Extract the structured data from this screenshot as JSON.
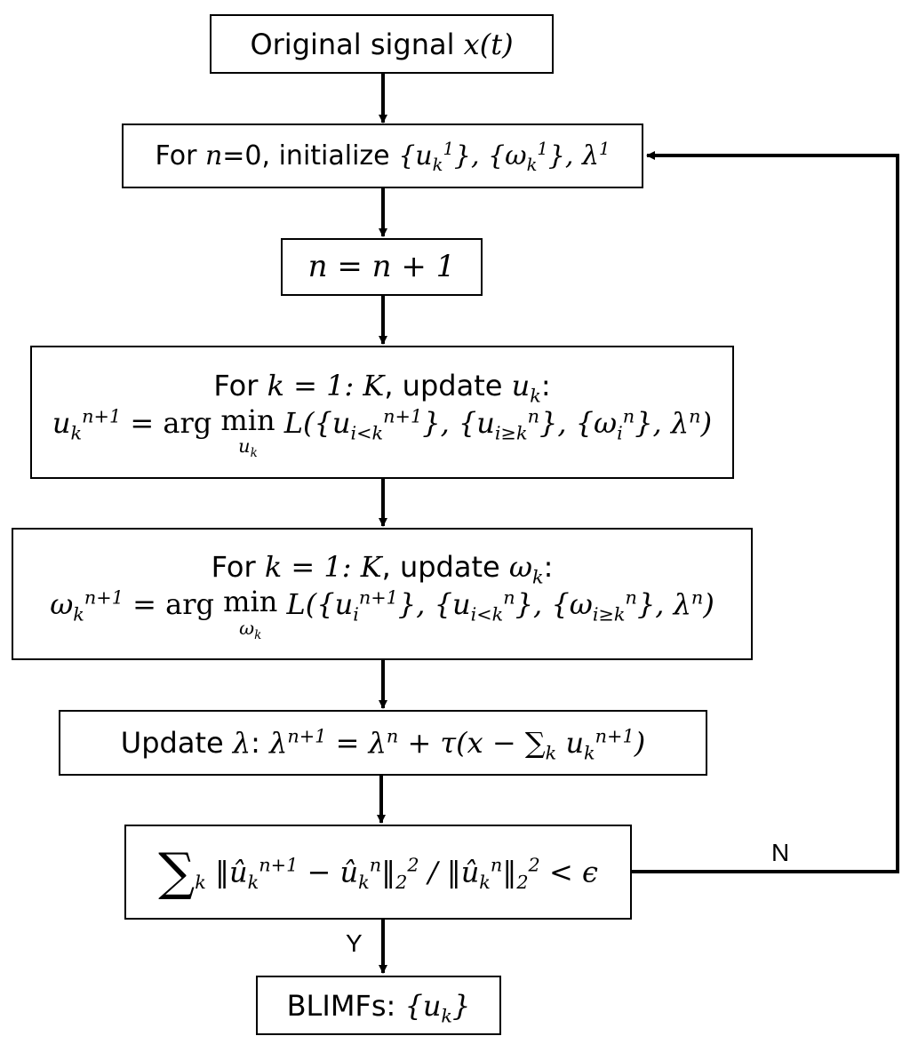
{
  "boxes": {
    "original": {
      "prefix": "Original signal",
      "math": "x(t)"
    },
    "init": {
      "prefix": "For",
      "n": "n",
      "eq0": "=0, initialize",
      "math": "{u",
      "k1sub": "k",
      "k1sup": "1",
      "omega": "}, {ω",
      "wsub": "k",
      "wsup": "1",
      "tail": "}, λ",
      "lsup": "1"
    },
    "increment": {
      "math": "n = n + 1"
    },
    "update_u": {
      "line1_prefix": "For",
      "line1_k": "k = 1: K",
      "line1_mid": ", update",
      "line1_var": "u",
      "line1_sub": "k",
      "line1_colon": ":",
      "line2_lhs": "u",
      "line2_lhs_sub": "k",
      "line2_lhs_sup": "n+1",
      "eq": "= ",
      "arg": "arg",
      "min": "min",
      "min_under": "u",
      "min_under_sub": "k",
      "L": "L",
      "args": "({u",
      "a1sub": "i<k",
      "a1sup": "n+1",
      "a2": "}, {u",
      "a2sub": "i≥k",
      "a2sup": "n",
      "a3": "}, {ω",
      "a3sub": "i",
      "a3sup": "n",
      "a4": "}, λ",
      "a4sup": "n",
      "close": ")"
    },
    "update_omega": {
      "line1_prefix": "For",
      "line1_k": "k = 1: K",
      "line1_mid": ", update",
      "line1_var": "ω",
      "line1_sub": "k",
      "line1_colon": ":",
      "line2_lhs": "ω",
      "line2_lhs_sub": "k",
      "line2_lhs_sup": "n+1",
      "eq": "= ",
      "arg": "arg",
      "min": "min",
      "min_under": "ω",
      "min_under_sub": "k",
      "L": "L",
      "args": "({u",
      "a1sub": "i",
      "a1sup": "n+1",
      "a2": "}, {u",
      "a2sub": "i<k",
      "a2sup": "n",
      "a3": "}, {ω",
      "a3sub": "i≥k",
      "a3sup": "n",
      "a4": "}, λ",
      "a4sup": "n",
      "close": ")"
    },
    "update_lambda": {
      "prefix": "Update",
      "var": "λ",
      "colon": ":",
      "lhs": "λ",
      "lhs_sup": "n+1",
      "rhs1": " = λ",
      "rhs1_sup": "n",
      "rhs2": " + τ(x − ∑",
      "sum_sub": "k",
      "u": " u",
      "u_sub": "k",
      "u_sup": "n+1",
      "close": ")"
    },
    "convergence": {
      "sum": "∑",
      "sum_sub": "k",
      "n1": "‖û",
      "n1_sub": "k",
      "n1_sup": "n+1",
      "minus": " − û",
      "n2_sub": "k",
      "n2_sup": "n",
      "norm_close": "‖",
      "nsub": "2",
      "nsup": "2",
      "div": "/ ‖û",
      "d_sub": "k",
      "d_sup": "n",
      "d_close": "‖",
      "dsub": "2",
      "dsup": "2",
      "lt": " < ϵ"
    },
    "output": {
      "prefix": "BLIMFs:",
      "math": "{u",
      "sub": "k",
      "close": "}"
    }
  },
  "labels": {
    "no": "N",
    "yes": "Y"
  }
}
